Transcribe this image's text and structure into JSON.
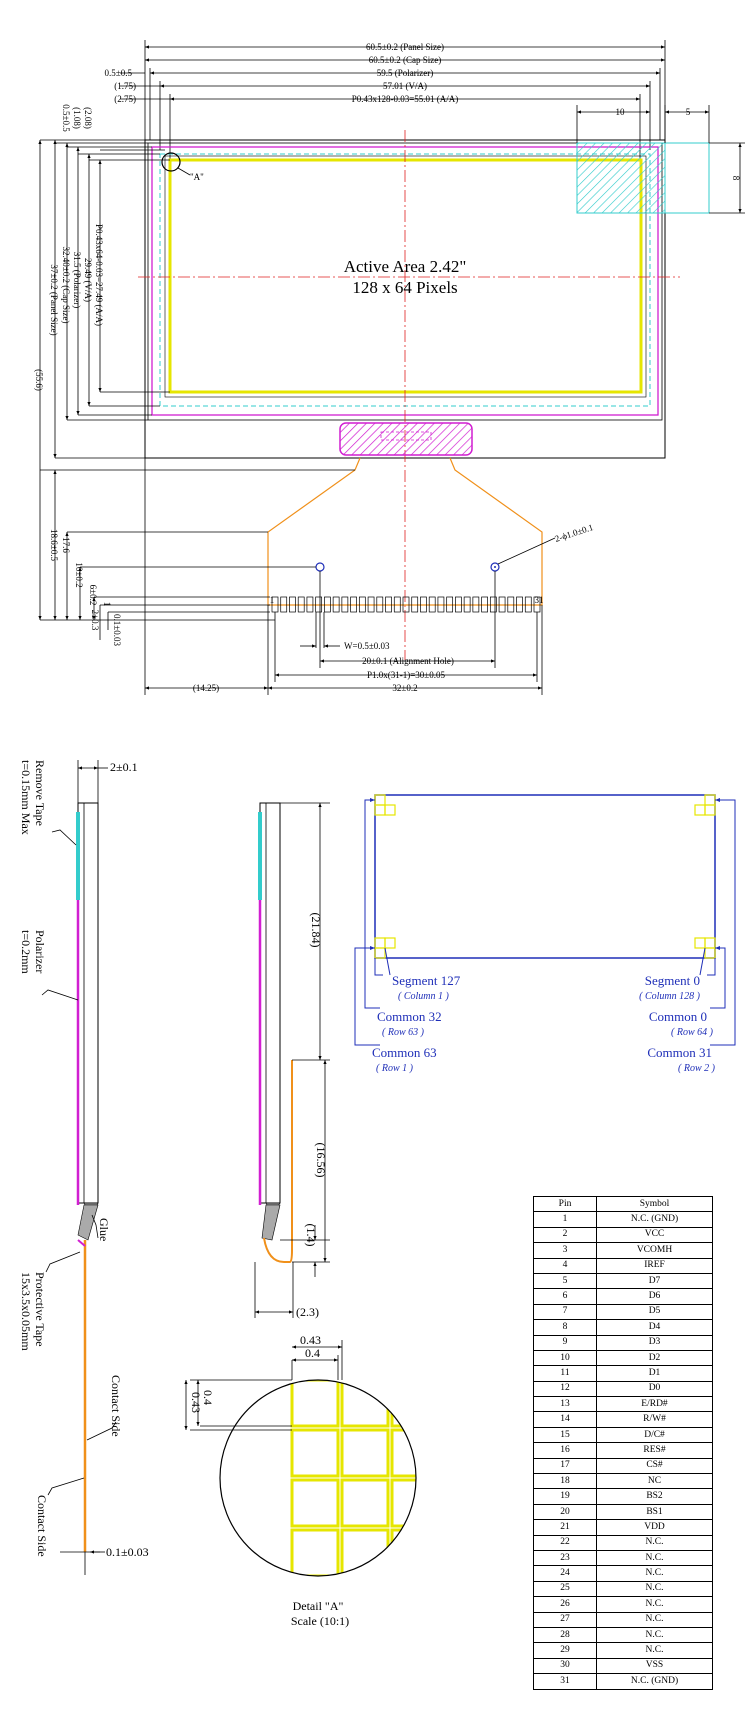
{
  "top_view": {
    "dims_top": [
      "60.5±0.2 (Panel Size)",
      "60.5±0.2 (Cap Size)",
      "59.5 (Polarizer)",
      "57.01 (V/A)",
      "P0.43x128-0.03=55.01 (A/A)"
    ],
    "dims_left_small": [
      "0.5±0.5",
      "(1.75)",
      "(2.75)"
    ],
    "dims_vertical": [
      "0.5±0.5",
      "(1.08)",
      "(2.08)",
      "P0.43x64-0.03=27.49 (A/A)",
      "29.49 (V/A)",
      "31.5 (Polarizer)",
      "32.40±0.2 (Cap Size)",
      "37±0.2 (Panel Size)",
      "(55.6)"
    ],
    "dims_tail_left": [
      "18.6±0.5",
      "17.6",
      "10±0.2",
      "6±0.2",
      "1",
      "2±0.3",
      "0.1±0.03"
    ],
    "corner_dims": [
      "10",
      "5",
      "8"
    ],
    "detail_marker": "\"A\"",
    "active_area_line1": "Active Area 2.42\"",
    "active_area_line2": "128 x 64 Pixels",
    "hole_label": "2-ϕ1.0±0.1",
    "dims_bottom": [
      "W=0.5±0.03",
      "20±0.1 (Alignment Hole)",
      "P1.0x(31-1)=30±0.05",
      "(14.25)",
      "32±0.2"
    ],
    "pin_marks": [
      "1",
      "31"
    ]
  },
  "side_view": {
    "top_dim": "2±0.1",
    "remove_tape": "Remove Tape",
    "remove_tape_spec": "t=0.15mm Max",
    "polarizer": "Polarizer",
    "polarizer_spec": "t=0.2mm",
    "glue": "Glue",
    "protective_tape": "Protective Tape",
    "protective_tape_spec": "15x3.5x0.05mm",
    "contact_side_1": "Contact Side",
    "contact_side_2": "Contact Side",
    "bottom_dim": "0.1±0.03"
  },
  "bent_view": {
    "dims": [
      "(21.84)",
      "(16.56)",
      "(1.4)",
      "(2.3)"
    ]
  },
  "scan_diagram": {
    "segment_left": "Segment 127",
    "segment_left_sub": "( Column 1 )",
    "segment_right": "Segment 0",
    "segment_right_sub": "( Column 128 )",
    "common_32": "Common 32",
    "common_32_sub": "( Row 63 )",
    "common_0": "Common 0",
    "common_0_sub": "( Row 64 )",
    "common_63": "Common 63",
    "common_63_sub": "( Row 1 )",
    "common_31": "Common 31",
    "common_31_sub": "( Row 2 )"
  },
  "detail_a": {
    "dims_top": [
      "0.43",
      "0.4"
    ],
    "dims_left": [
      "0.4",
      "0.43"
    ],
    "caption_line1": "Detail \"A\"",
    "caption_line2": "Scale (10:1)"
  },
  "pin_table": {
    "headers": [
      "Pin",
      "Symbol"
    ],
    "rows": [
      [
        "1",
        "N.C. (GND)"
      ],
      [
        "2",
        "VCC"
      ],
      [
        "3",
        "VCOMH"
      ],
      [
        "4",
        "IREF"
      ],
      [
        "5",
        "D7"
      ],
      [
        "6",
        "D6"
      ],
      [
        "7",
        "D5"
      ],
      [
        "8",
        "D4"
      ],
      [
        "9",
        "D3"
      ],
      [
        "10",
        "D2"
      ],
      [
        "11",
        "D1"
      ],
      [
        "12",
        "D0"
      ],
      [
        "13",
        "E/RD#"
      ],
      [
        "14",
        "R/W#"
      ],
      [
        "15",
        "D/C#"
      ],
      [
        "16",
        "RES#"
      ],
      [
        "17",
        "CS#"
      ],
      [
        "18",
        "NC"
      ],
      [
        "19",
        "BS2"
      ],
      [
        "20",
        "BS1"
      ],
      [
        "21",
        "VDD"
      ],
      [
        "22",
        "N.C."
      ],
      [
        "23",
        "N.C."
      ],
      [
        "24",
        "N.C."
      ],
      [
        "25",
        "N.C."
      ],
      [
        "26",
        "N.C."
      ],
      [
        "27",
        "N.C."
      ],
      [
        "28",
        "N.C."
      ],
      [
        "29",
        "N.C."
      ],
      [
        "30",
        "VSS"
      ],
      [
        "31",
        "N.C. (GND)"
      ]
    ]
  },
  "colors": {
    "line": "#000000",
    "polarizer": "#d11fd1",
    "active_area": "#e6e600",
    "cyan": "#33cccc",
    "center_line": "#e02020",
    "fpc": "#f0901a",
    "blue": "#1f2fb8"
  }
}
